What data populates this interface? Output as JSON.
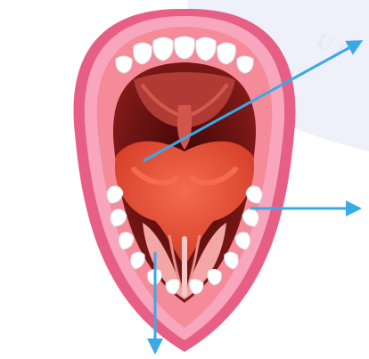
{
  "watermark": {
    "text": "UT",
    "color": "#e7e9f5",
    "shield_color": "#eef0fa"
  },
  "colors": {
    "lip_outer": "#e85f86",
    "lip_inner": "#f7a6be",
    "lip_highlight": "#fbd0dd",
    "gum": "#f58a98",
    "tooth": "#ffffff",
    "tooth_shadow": "#dfe3e8",
    "palate": "#b03a34",
    "palate_ridge": "#cf5b4d",
    "throat": "#5a0c0c",
    "uvula": "#d2554c",
    "tongue": "#e0432d",
    "tongue_light": "#f46b4f",
    "tongue_underside": "#f2a6a6",
    "frenulum": "#f7c7c7",
    "arrow": "#3aa9e8"
  },
  "arrows": [
    {
      "name": "arrow-uvula-pointer",
      "target": "uvula"
    },
    {
      "name": "arrow-tongue-side-pointer",
      "target": "tongue"
    },
    {
      "name": "arrow-frenulum-pointer",
      "target": "frenulum"
    }
  ]
}
